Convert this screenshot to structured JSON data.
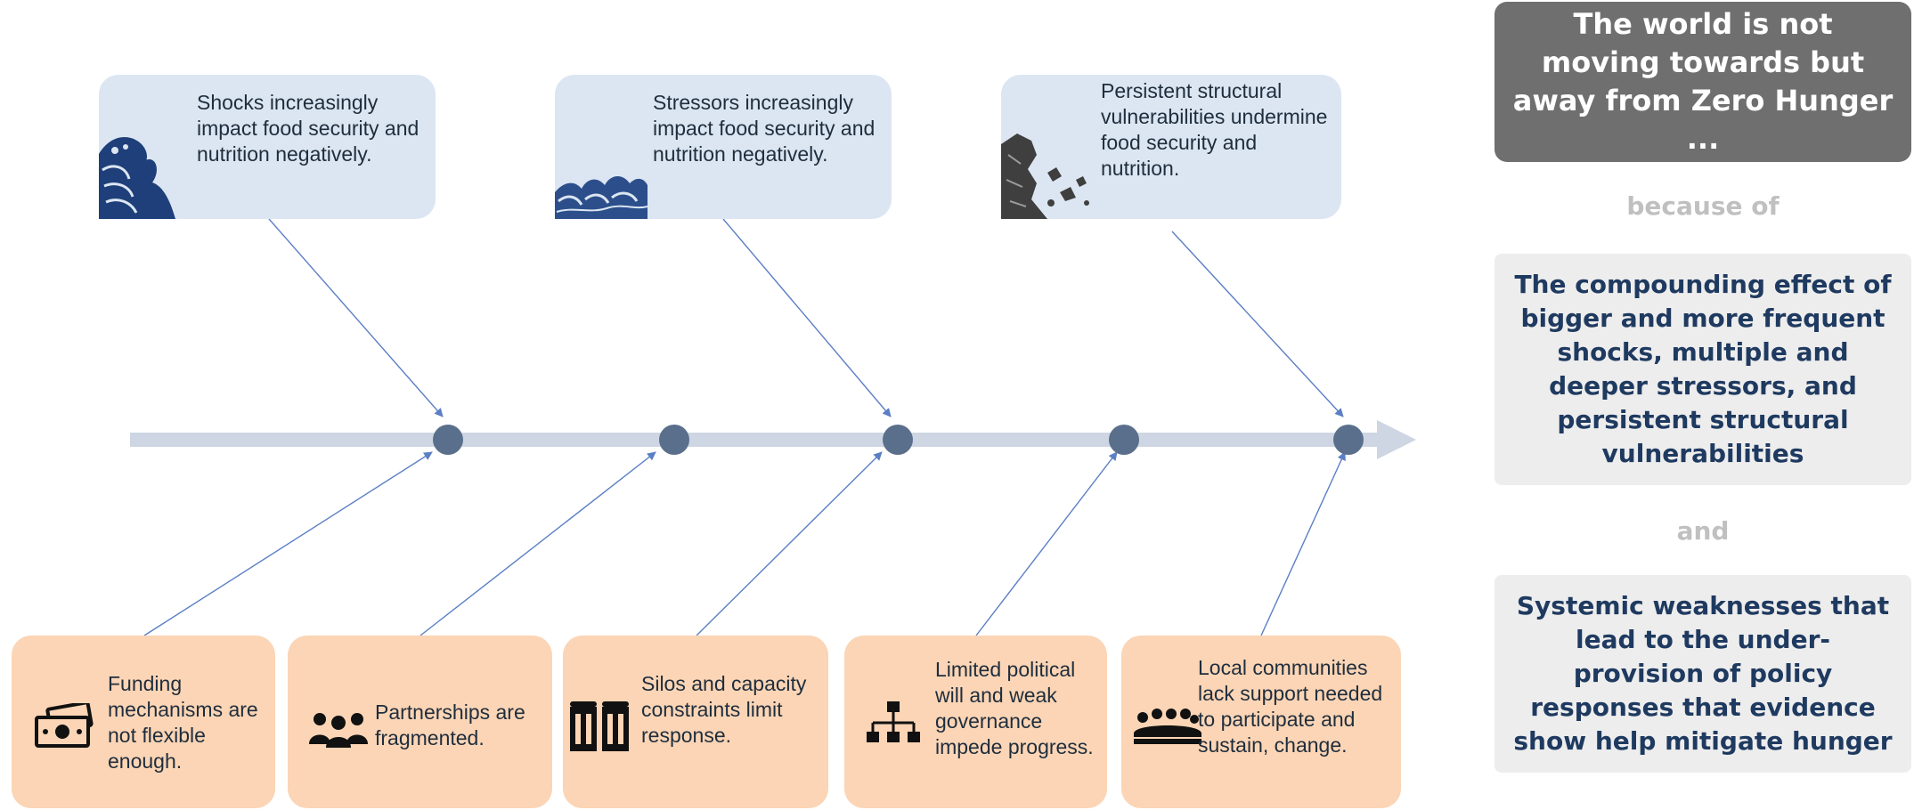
{
  "top_causes": [
    {
      "text": "Shocks increasingly impact food security and nutrition negatively.",
      "icon": "wave-icon"
    },
    {
      "text": "Stressors increasingly impact food security and nutrition negatively.",
      "icon": "waves-icon"
    },
    {
      "text": "Persistent structural vulnerabilities undermine food security and nutrition.",
      "icon": "crumbling-rock-icon"
    }
  ],
  "bottom_causes": [
    {
      "text": "Funding mechanisms are not flexible enough.",
      "icon": "money-icon"
    },
    {
      "text": "Partnerships are fragmented.",
      "icon": "people-group-icon"
    },
    {
      "text": "Silos and capacity constraints limit response.",
      "icon": "silos-icon"
    },
    {
      "text": "Limited political will and weak governance impede progress.",
      "icon": "org-chart-icon"
    },
    {
      "text": "Local communities lack support needed to participate and sustain, change.",
      "icon": "community-meeting-icon"
    }
  ],
  "right_panel": {
    "summary": "The world is not moving towards but away from Zero Hunger ...",
    "connector_1": "because of",
    "cause_1": "The compounding effect of bigger and more frequent shocks, multiple and deeper stressors, and persistent structural vulnerabilities",
    "connector_2": "and",
    "cause_2": "Systemic weaknesses that lead to the under-provision of policy responses that evidence show help mitigate hunger"
  },
  "colors": {
    "spine": "#cdd6e2",
    "node": "#5a6f8c",
    "arrow": "#5b7fc4",
    "top_box": "#dce6f2",
    "bottom_box": "#fbd5b5",
    "summary_box": "#6f6f6f",
    "cause_box": "#ededed",
    "cause_text": "#1f3a60"
  }
}
